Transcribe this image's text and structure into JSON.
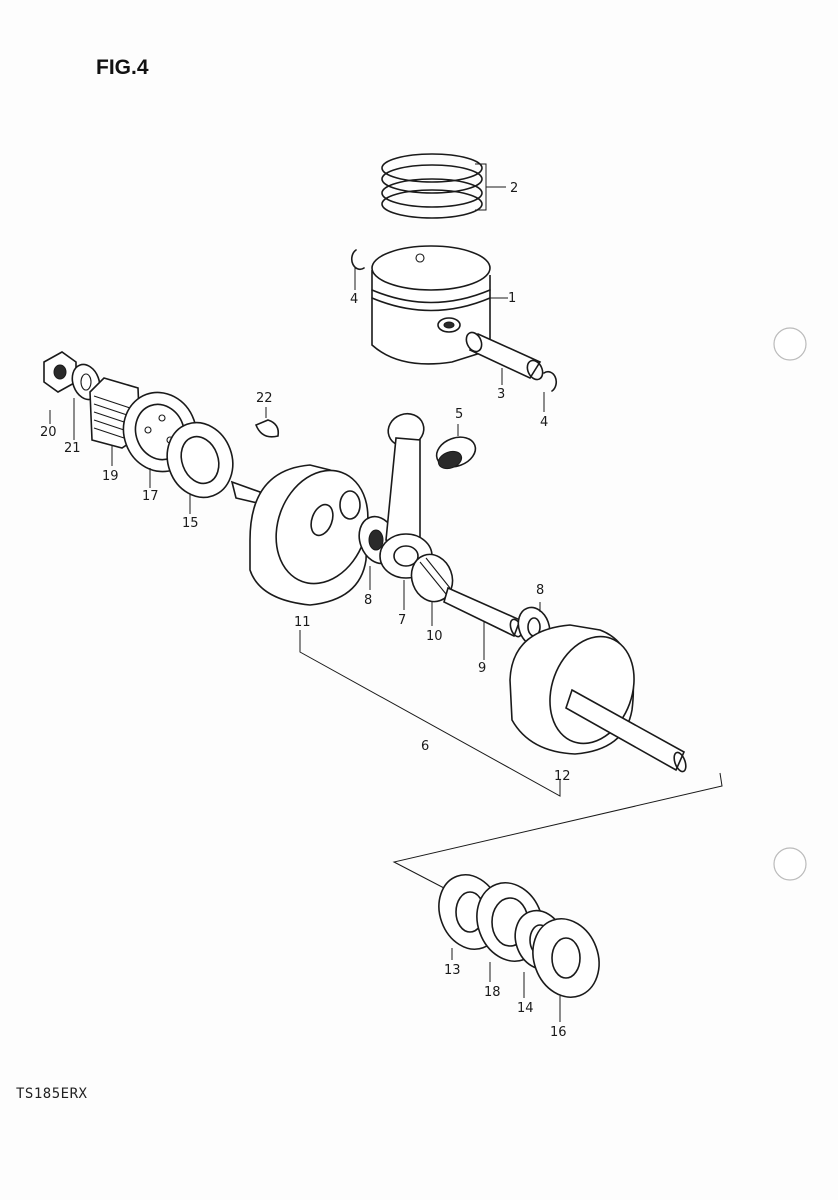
{
  "figure": {
    "title": "FIG.4",
    "model_code": "TS185ERX"
  },
  "callouts": [
    {
      "id": "c2",
      "text": "2"
    },
    {
      "id": "c1",
      "text": "1"
    },
    {
      "id": "c4a",
      "text": "4"
    },
    {
      "id": "c3",
      "text": "3"
    },
    {
      "id": "c4b",
      "text": "4"
    },
    {
      "id": "c22",
      "text": "22"
    },
    {
      "id": "c5",
      "text": "5"
    },
    {
      "id": "c20",
      "text": "20"
    },
    {
      "id": "c21",
      "text": "21"
    },
    {
      "id": "c19",
      "text": "19"
    },
    {
      "id": "c17",
      "text": "17"
    },
    {
      "id": "c15",
      "text": "15"
    },
    {
      "id": "c8a",
      "text": "8"
    },
    {
      "id": "c7",
      "text": "7"
    },
    {
      "id": "c10",
      "text": "10"
    },
    {
      "id": "c8b",
      "text": "8"
    },
    {
      "id": "c9",
      "text": "9"
    },
    {
      "id": "c11",
      "text": "11"
    },
    {
      "id": "c6",
      "text": "6"
    },
    {
      "id": "c12",
      "text": "12"
    },
    {
      "id": "c13",
      "text": "13"
    },
    {
      "id": "c18",
      "text": "18"
    },
    {
      "id": "c14",
      "text": "14"
    },
    {
      "id": "c16",
      "text": "16"
    }
  ]
}
